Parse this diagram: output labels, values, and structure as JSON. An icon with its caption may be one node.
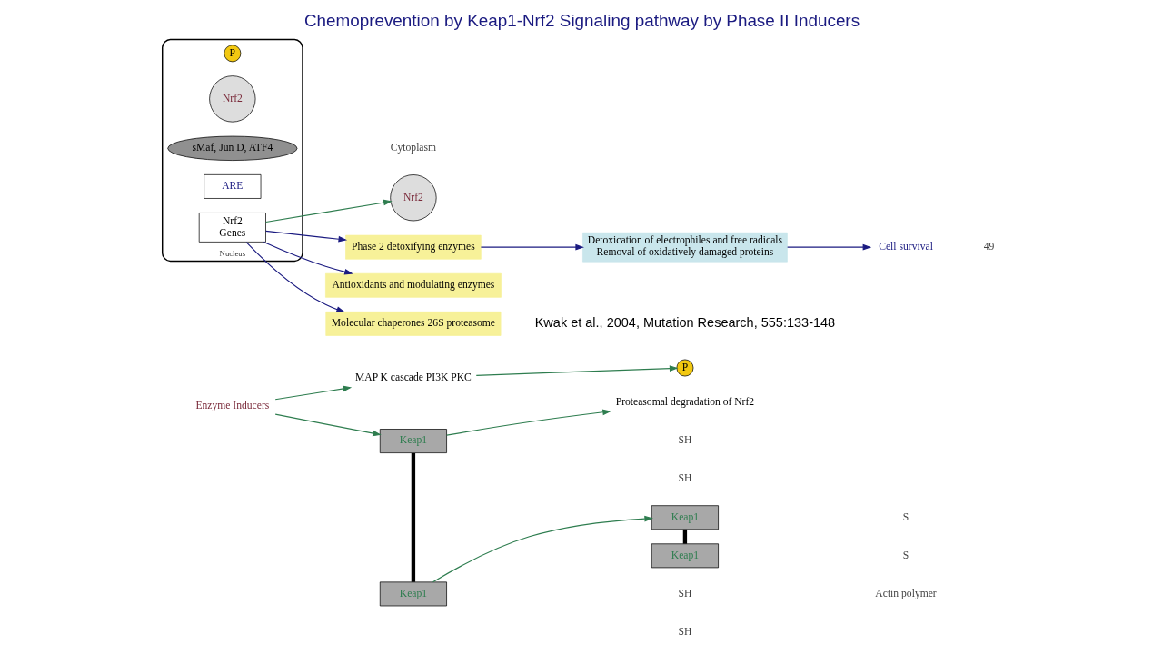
{
  "diagram": {
    "title": "Chemoprevention by Keap1-Nrf2 Signaling pathway by Phase II Inducers",
    "caption": "Kwak et al., 2004, Mutation Research, 555:133-148",
    "nodes": [
      {
        "text": [
          "Enzyme Inducers"
        ]
      },
      {
        "text": [
          "MAP K cascade PI3K PKC"
        ]
      },
      {
        "text": [
          "Proteasomal degradation of Nrf2"
        ]
      },
      {
        "text": [
          "Keap1"
        ]
      },
      {
        "text": [
          "Keap1"
        ]
      },
      {
        "text": [
          "Nrf2"
        ]
      },
      {
        "text": [
          "P"
        ]
      },
      {
        "text": [
          "Keap1"
        ]
      },
      {
        "text": [
          "Keap1"
        ]
      },
      {
        "text": [
          "Nucleus"
        ]
      },
      {
        "text": [
          "P"
        ],
        "in": 9
      },
      {
        "text": [
          "Nrf2"
        ],
        "in": 9
      },
      {
        "text": [
          "sMaf, Jun D, ATF4"
        ],
        "in": 9
      },
      {
        "text": [
          "ARE"
        ],
        "in": 9
      },
      {
        "text": [
          "Nrf2",
          "Genes"
        ],
        "in": 9
      },
      {
        "text": [
          "Phase 2 detoxifying enzymes"
        ]
      },
      {
        "text": [
          "Antioxidants and modulating enzymes"
        ]
      },
      {
        "text": [
          "Molecular chaperones 26S proteasome"
        ]
      },
      {
        "text": [
          "Detoxication of electrophiles and free radicals",
          "Removal of oxidatively damaged proteins"
        ]
      },
      {
        "text": [
          "Cell survival"
        ]
      }
    ],
    "edges": [
      {
        "from": 0,
        "to": 3,
        "arrow": "to"
      },
      {
        "from": 0,
        "to": 1,
        "arrow": "to"
      },
      {
        "from": 1,
        "to": 6,
        "arrow": "to"
      },
      {
        "from": 14,
        "to": 5,
        "arrow": "to"
      },
      {
        "from": 3,
        "to": 2,
        "arrow": "to"
      },
      {
        "from": 4,
        "to": 7,
        "arrow": "to"
      },
      {
        "from": 3,
        "to": 4,
        "arrow": "none",
        "style": "thick",
        "color": "#000000"
      },
      {
        "from": 7,
        "to": 8,
        "arrow": "none",
        "style": "thick",
        "color": "#000000"
      },
      {
        "from": 14,
        "to": 15,
        "arrow": "to",
        "color": "#1a1a80"
      },
      {
        "from": 14,
        "to": 16,
        "arrow": "to",
        "color": "#1a1a80"
      },
      {
        "from": 14,
        "to": 17,
        "arrow": "to",
        "color": "#1a1a80"
      },
      {
        "from": 15,
        "to": 18,
        "arrow": "to",
        "color": "#1a1a80"
      },
      {
        "from": 18,
        "to": 19,
        "arrow": "to",
        "color": "#1a1a80"
      }
    ],
    "labels": [
      "SH",
      "SH",
      "SH",
      "SH",
      "S",
      "S",
      "Actin polymer",
      "Cytoplasm",
      "49"
    ]
  }
}
